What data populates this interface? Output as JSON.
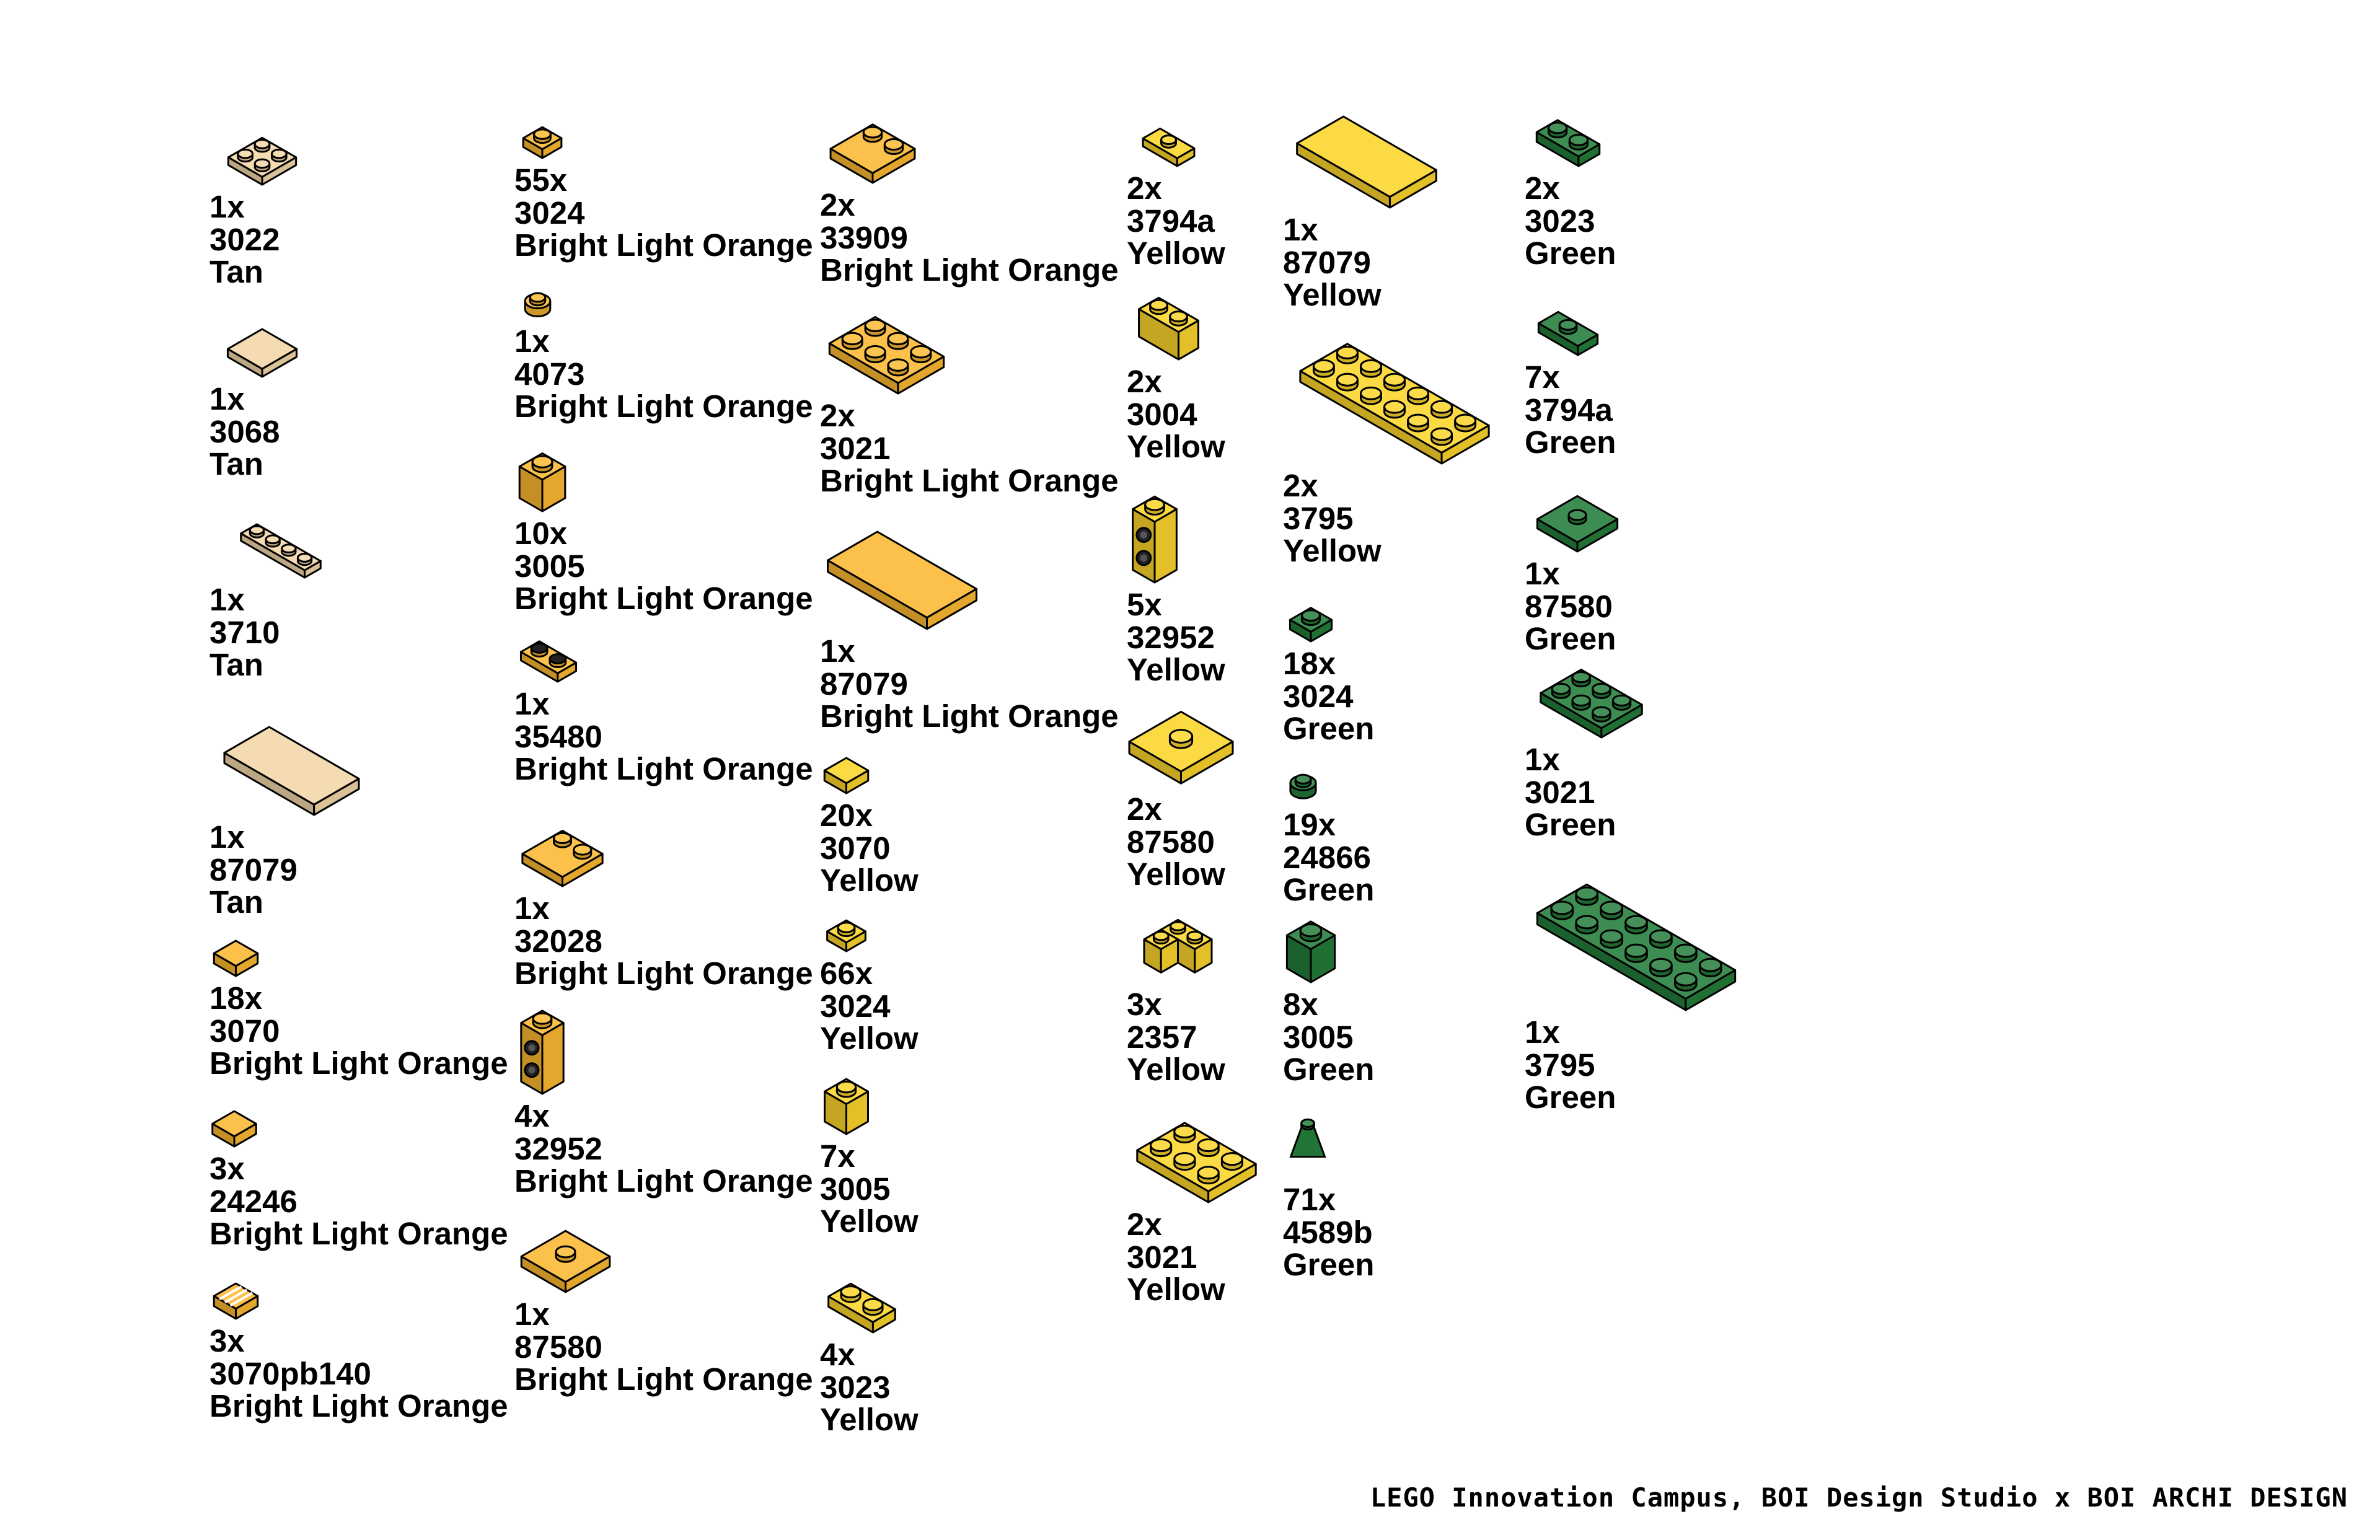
{
  "colors": {
    "Tan": "#F2D6A8",
    "Bright Light Orange": "#FBB931",
    "Yellow": "#FCD52B",
    "Green": "#237C3A",
    "outline": "#000000"
  },
  "parts": [
    {
      "qty": "1x",
      "number": "3022",
      "color": "Tan",
      "icon": "plate-2x2-icon"
    },
    {
      "qty": "1x",
      "number": "3068",
      "color": "Tan",
      "icon": "tile-2x2-icon"
    },
    {
      "qty": "1x",
      "number": "3710",
      "color": "Tan",
      "icon": "plate-1x4-icon"
    },
    {
      "qty": "1x",
      "number": "87079",
      "color": "Tan",
      "icon": "tile-2x4-icon"
    },
    {
      "qty": "18x",
      "number": "3070",
      "color": "Bright Light Orange",
      "icon": "tile-1x1-icon"
    },
    {
      "qty": "3x",
      "number": "24246",
      "color": "Bright Light Orange",
      "icon": "tile-round-corner-icon"
    },
    {
      "qty": "3x",
      "number": "3070pb140",
      "color": "Bright Light Orange",
      "icon": "printed-tile-1x1-icon"
    },
    {
      "qty": "55x",
      "number": "3024",
      "color": "Bright Light Orange",
      "icon": "plate-1x1-icon"
    },
    {
      "qty": "1x",
      "number": "4073",
      "color": "Bright Light Orange",
      "icon": "round-plate-1x1-icon"
    },
    {
      "qty": "10x",
      "number": "3005",
      "color": "Bright Light Orange",
      "icon": "brick-1x1-icon"
    },
    {
      "qty": "1x",
      "number": "35480",
      "color": "Bright Light Orange",
      "icon": "plate-1x2-rounded-icon"
    },
    {
      "qty": "1x",
      "number": "32028",
      "color": "Bright Light Orange",
      "icon": "plate-door-rail-icon"
    },
    {
      "qty": "4x",
      "number": "32952",
      "color": "Bright Light Orange",
      "icon": "brick-modified-studs-on-side-icon"
    },
    {
      "qty": "1x",
      "number": "87580",
      "color": "Bright Light Orange",
      "icon": "plate-2x2-jumper-icon"
    },
    {
      "qty": "2x",
      "number": "33909",
      "color": "Bright Light Orange",
      "icon": "tile-2x2-studs-icon"
    },
    {
      "qty": "2x",
      "number": "3021",
      "color": "Bright Light Orange",
      "icon": "plate-2x3-icon"
    },
    {
      "qty": "1x",
      "number": "87079",
      "color": "Bright Light Orange",
      "icon": "tile-2x4-icon"
    },
    {
      "qty": "20x",
      "number": "3070",
      "color": "Yellow",
      "icon": "tile-1x1-icon"
    },
    {
      "qty": "66x",
      "number": "3024",
      "color": "Yellow",
      "icon": "plate-1x1-icon"
    },
    {
      "qty": "7x",
      "number": "3005",
      "color": "Yellow",
      "icon": "brick-1x1-icon"
    },
    {
      "qty": "4x",
      "number": "3023",
      "color": "Yellow",
      "icon": "plate-1x2-icon"
    },
    {
      "qty": "2x",
      "number": "3794a",
      "color": "Yellow",
      "icon": "plate-1x2-jumper-icon"
    },
    {
      "qty": "2x",
      "number": "3004",
      "color": "Yellow",
      "icon": "brick-1x2-icon"
    },
    {
      "qty": "5x",
      "number": "32952",
      "color": "Yellow",
      "icon": "brick-modified-studs-on-side-icon"
    },
    {
      "qty": "2x",
      "number": "87580",
      "color": "Yellow",
      "icon": "plate-2x2-jumper-icon"
    },
    {
      "qty": "3x",
      "number": "2357",
      "color": "Yellow",
      "icon": "brick-corner-icon"
    },
    {
      "qty": "2x",
      "number": "3021",
      "color": "Yellow",
      "icon": "plate-2x3-icon"
    },
    {
      "qty": "1x",
      "number": "87079",
      "color": "Yellow",
      "icon": "tile-2x4-icon"
    },
    {
      "qty": "2x",
      "number": "3795",
      "color": "Yellow",
      "icon": "plate-2x6-icon"
    },
    {
      "qty": "18x",
      "number": "3024",
      "color": "Green",
      "icon": "plate-1x1-icon"
    },
    {
      "qty": "19x",
      "number": "24866",
      "color": "Green",
      "icon": "round-plate-flower-icon"
    },
    {
      "qty": "8x",
      "number": "3005",
      "color": "Green",
      "icon": "brick-1x1-icon"
    },
    {
      "qty": "71x",
      "number": "4589b",
      "color": "Green",
      "icon": "cone-1x1-icon"
    },
    {
      "qty": "2x",
      "number": "3023",
      "color": "Green",
      "icon": "plate-1x2-icon"
    },
    {
      "qty": "7x",
      "number": "3794a",
      "color": "Green",
      "icon": "plate-1x2-jumper-icon"
    },
    {
      "qty": "1x",
      "number": "87580",
      "color": "Green",
      "icon": "plate-2x2-jumper-icon"
    },
    {
      "qty": "1x",
      "number": "3021",
      "color": "Green",
      "icon": "plate-2x3-icon"
    },
    {
      "qty": "1x",
      "number": "3795",
      "color": "Green",
      "icon": "plate-2x6-icon"
    }
  ],
  "credit": "LEGO Innovation Campus, BOI Design Studio x BOI ARCHI DESIGN"
}
